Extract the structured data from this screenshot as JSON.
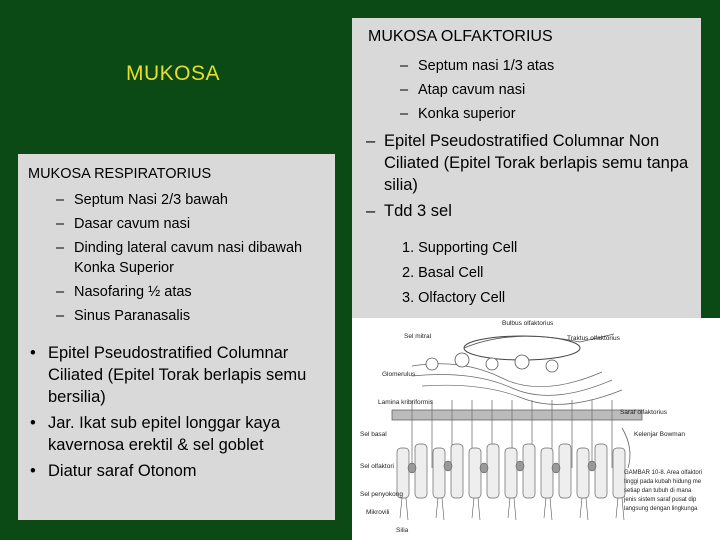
{
  "title": "MUKOSA",
  "olfaktorius": {
    "heading": "MUKOSA OLFAKTORIUS",
    "locations": [
      "Septum nasi 1/3 atas",
      "Atap cavum nasi",
      "Konka superior"
    ],
    "points": [
      "Epitel Pseudostratified Columnar Non Ciliated (Epitel Torak berlapis  semu tanpa silia)",
      "Tdd 3 sel"
    ],
    "cells": [
      "1. Supporting Cell",
      "2. Basal Cell",
      "3. Olfactory Cell"
    ]
  },
  "respiratorius": {
    "heading": "MUKOSA RESPIRATORIUS",
    "locations": [
      "Septum Nasi 2/3 bawah",
      "Dasar cavum nasi",
      "Dinding lateral cavum nasi dibawah Konka Superior",
      "Nasofaring ½ atas",
      "Sinus Paranasalis"
    ],
    "bullets": [
      "Epitel Pseudostratified Columnar Ciliated (Epitel Torak berlapis semu bersilia)",
      "Jar. Ikat sub epitel longgar kaya kavernosa erektil & sel goblet",
      "Diatur saraf Otonom"
    ]
  },
  "figure": {
    "labels": {
      "bulbus": "Bulbus olfaktorius",
      "traktus": "Traktus olfaktorius",
      "mitral": "Sel mitral",
      "glomerulus": "Glomerulus",
      "lamina": "Lamina kribriformis",
      "saraf": "Saraf olfaktorius",
      "basal": "Sel basal",
      "olfaktori": "Sel olfaktori",
      "kelenjar": "Kelenjar Bowman",
      "penyokong": "Sel penyokong",
      "mikrovili": "Mikrovili",
      "silia": "Silia"
    },
    "caption_lines": [
      "GAMBAR 10-8. Area olfaktori",
      "tinggi pada kubah hidung me",
      "setiap dan tubuh di mana",
      "jenis sistem saraf pusat dip",
      "langsung dengan lingkunga"
    ]
  }
}
